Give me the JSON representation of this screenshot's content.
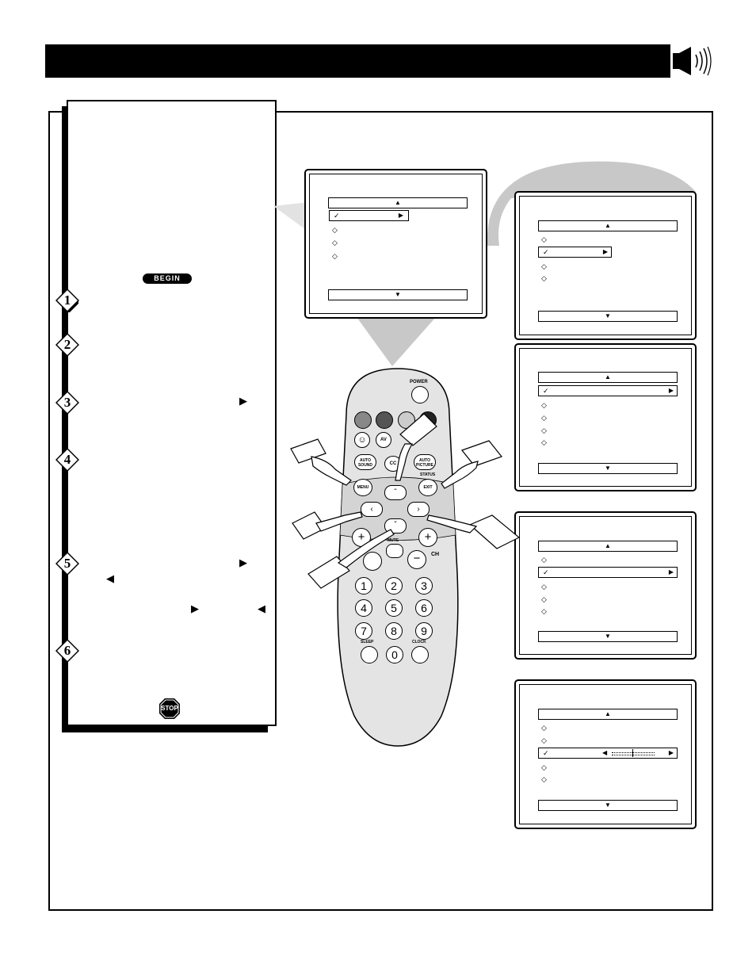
{
  "page": {
    "speaker_icon": "speaker-sound-icon",
    "colors": {
      "ink": "#000000",
      "beam": "#c8c8c8",
      "remote_body": "#e4e4e4"
    }
  },
  "sidebar": {
    "begin_label": "BEGIN",
    "stop_label": "STOP",
    "steps": [
      {
        "number": "1"
      },
      {
        "number": "2"
      },
      {
        "number": "3",
        "arrow": "▶"
      },
      {
        "number": "4"
      },
      {
        "number": "5",
        "arrow_right": "▶",
        "arrow_left": "◀",
        "arrow_right_2": "▶",
        "arrow_left_2": "◀"
      },
      {
        "number": "6"
      }
    ]
  },
  "screens": {
    "bar_up": "▲",
    "bar_down": "▼",
    "check": "✓",
    "bullet": "◇",
    "right_arrow": "▶",
    "left_arrow": "◀"
  },
  "remote": {
    "power_label": "POWER",
    "av_label": "AV",
    "cc_label": "CC",
    "auto_sound_label": "AUTO\nSOUND",
    "auto_picture_label": "AUTO\nPICTURE",
    "menu_label": "MENU",
    "exit_label": "EXIT",
    "status_label": "STATUS",
    "mute_label": "MUTE",
    "ch_label": "CH",
    "sleep_label": "SLEEP",
    "clock_label": "CLOCK",
    "digits": [
      "1",
      "2",
      "3",
      "4",
      "5",
      "6",
      "7",
      "8",
      "9",
      "0"
    ]
  }
}
